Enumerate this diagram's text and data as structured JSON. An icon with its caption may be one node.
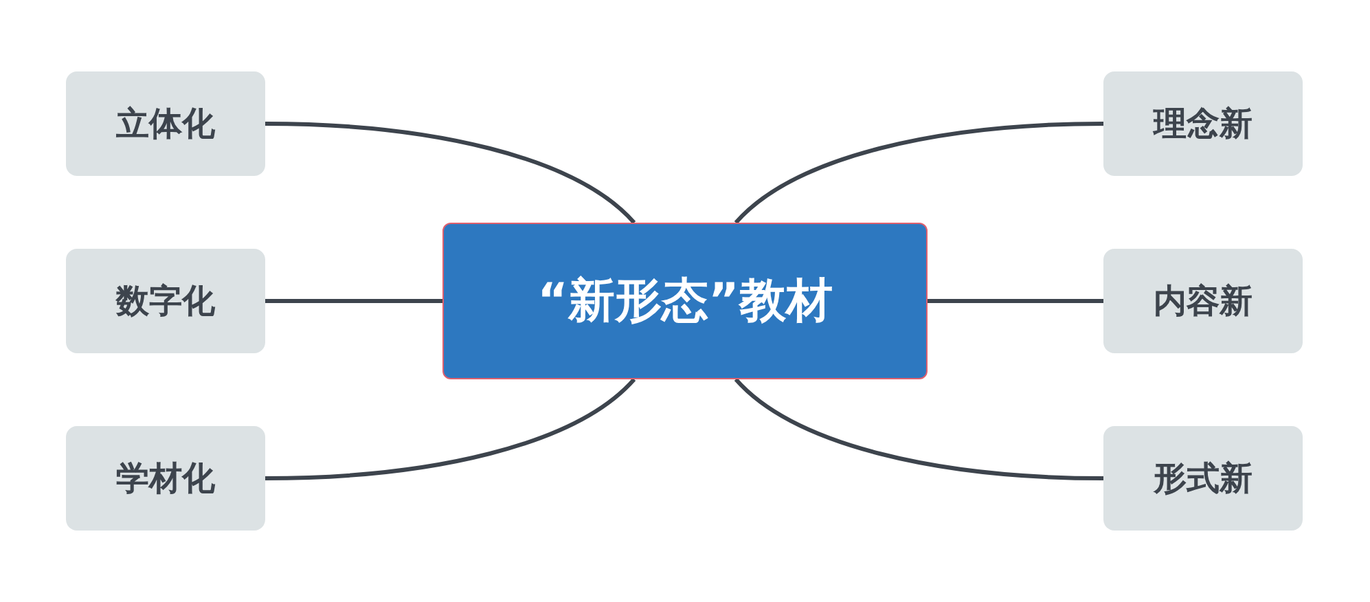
{
  "diagram": {
    "nodes": [
      {
        "text": [
          "“新形态”教材"
        ]
      },
      {
        "text": [
          "立体化"
        ]
      },
      {
        "text": [
          "数字化"
        ]
      },
      {
        "text": [
          "学材化"
        ]
      },
      {
        "text": [
          "理念新"
        ]
      },
      {
        "text": [
          "内容新"
        ]
      },
      {
        "text": [
          "形式新"
        ]
      }
    ],
    "edges": [
      {
        "from": 0,
        "to": 1,
        "arrow": "none"
      },
      {
        "from": 0,
        "to": 2,
        "arrow": "none"
      },
      {
        "from": 0,
        "to": 3,
        "arrow": "none"
      },
      {
        "from": 0,
        "to": 4,
        "arrow": "none"
      },
      {
        "from": 0,
        "to": 5,
        "arrow": "none"
      },
      {
        "from": 0,
        "to": 6,
        "arrow": "none"
      }
    ]
  }
}
